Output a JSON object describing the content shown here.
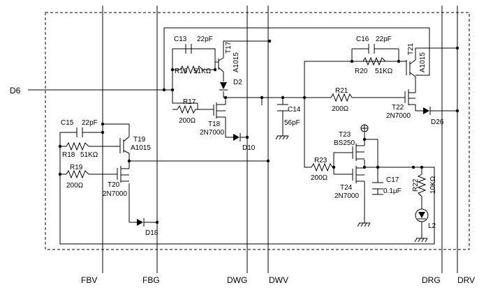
{
  "pins": {
    "d6": "D6",
    "fbv": "FBV",
    "fbg": "FBG",
    "dwg": "DWG",
    "dwv": "DWV",
    "drg": "DRG",
    "drv": "DRV"
  },
  "parts": {
    "c13": {
      "ref": "C13",
      "value": "22pF"
    },
    "r16": {
      "ref": "R16",
      "value": "51KΩ"
    },
    "t17": {
      "ref": "T17",
      "value": "A1015"
    },
    "d2": {
      "ref": "D2"
    },
    "r17": {
      "ref": "R17",
      "value": "200Ω"
    },
    "t18": {
      "ref": "T18",
      "value": "2N7000"
    },
    "d10": {
      "ref": "D10"
    },
    "c14": {
      "ref": "C14",
      "value": "56pF"
    },
    "c16": {
      "ref": "C16",
      "value": "22pF"
    },
    "r20": {
      "ref": "R20",
      "value": "51KΩ"
    },
    "t21": {
      "ref": "T21",
      "value": "A1015"
    },
    "r21": {
      "ref": "R21",
      "value": "200Ω"
    },
    "t22": {
      "ref": "T22",
      "value": "2N7000"
    },
    "d26": {
      "ref": "D26"
    },
    "c15": {
      "ref": "C15",
      "value": "22pF"
    },
    "r18": {
      "ref": "R18",
      "value": "51KΩ"
    },
    "t19": {
      "ref": "T19",
      "value": "A1015"
    },
    "r19": {
      "ref": "R19",
      "value": "200Ω"
    },
    "t20": {
      "ref": "T20",
      "value": "2N7000"
    },
    "d18": {
      "ref": "D18"
    },
    "t23": {
      "ref": "T23",
      "value": "BS250"
    },
    "r23": {
      "ref": "R23",
      "value": "200Ω"
    },
    "t24": {
      "ref": "T24",
      "value": "2N7000"
    },
    "c17": {
      "ref": "C17",
      "value": "0.1μF"
    },
    "r22": {
      "ref": "R22",
      "value": "10KΩ"
    },
    "l2": {
      "ref": "L2"
    }
  }
}
